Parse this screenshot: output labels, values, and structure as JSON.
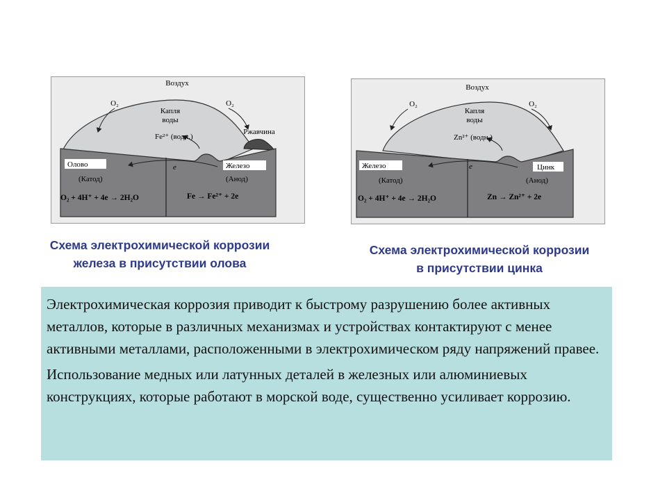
{
  "diagram_left": {
    "labels": {
      "air": "Воздух",
      "o2_left": "O₂",
      "o2_right": "O₂",
      "drop_line1": "Капля",
      "drop_line2": "воды",
      "ion": "Fe²⁺ (водн.)",
      "rust": "Ржавчина",
      "metal_cathode": "Олово",
      "cathode_role": "(Катод)",
      "electron": "e",
      "metal_anode": "Железо",
      "anode_role": "(Анод)",
      "cathode_eq": "O₂ + 4H⁺ + 4e → 2H₂O",
      "anode_eq": "Fe → Fe²⁺ + 2e"
    }
  },
  "diagram_right": {
    "labels": {
      "air": "Воздух",
      "o2_left": "O₂",
      "o2_right": "O₂",
      "drop_line1": "Капля",
      "drop_line2": "воды",
      "ion": "Zn²⁺ (водн.)",
      "metal_cathode": "Железо",
      "cathode_role": "(Катод)",
      "electron": "e",
      "metal_anode": "Цинк",
      "anode_role": "(Анод)",
      "cathode_eq": "O₂ + 4H⁺ + 4e → 2H₂O",
      "anode_eq": "Zn → Zn²⁺ + 2e"
    }
  },
  "captions": {
    "left_line1": "Схема  электрохимической коррозии",
    "left_line2": "железа в присутствии олова",
    "right_line1": "Схема  электрохимической коррозии",
    "right_line2": "в присутствии цинка"
  },
  "body_text": {
    "paragraph1": "Электрохимическая коррозия приводит к быстрому разрушению более активных металлов, которые в различных механизмах и устройствах контактируют с менее активными металлами, расположенными в электрохимическом ряду напряжений правее.",
    "paragraph2": "Использование медных или латунных деталей в железных или алюминиевых конструкциях, которые работают в морской воде, существенно усиливает коррозию."
  },
  "colors": {
    "caption": "#2d3a8c",
    "text_box_bg": "#b8dfe0",
    "metal": "#7f7f81",
    "drop": "#d3d4d5",
    "diagram_bg": "#ececec",
    "rust": "#4a4a4a"
  }
}
